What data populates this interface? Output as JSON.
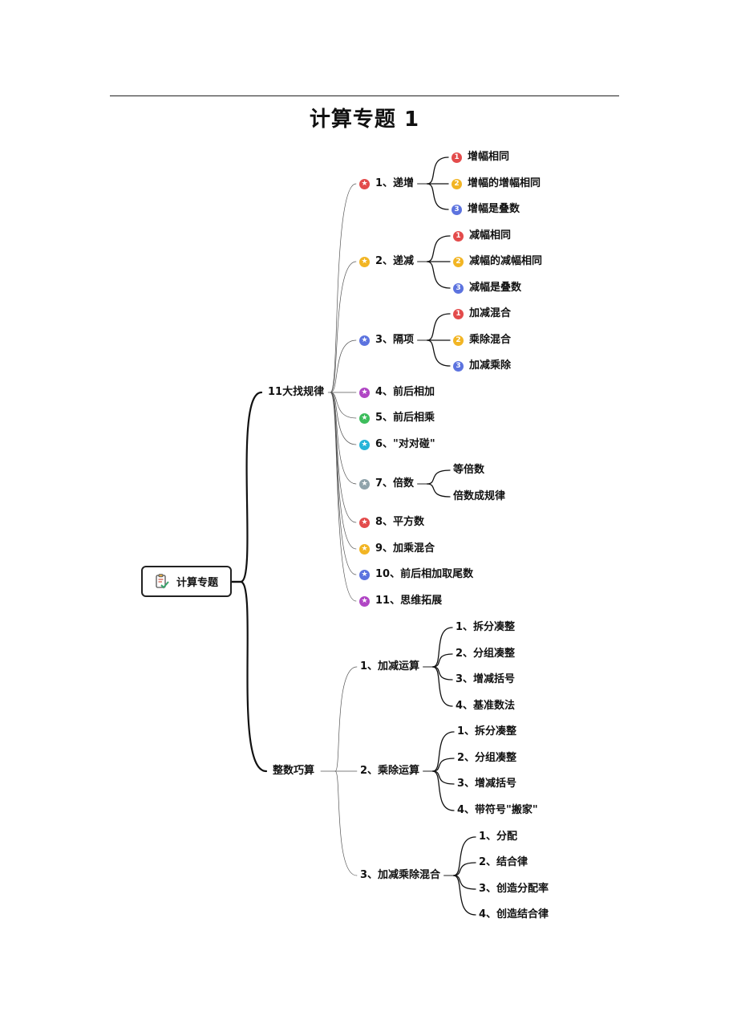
{
  "doc_title": "计算专题 1",
  "root": {
    "label": "计算专题",
    "icon": "clipboard-check-icon"
  },
  "colors": {
    "red": "#e34b4b",
    "yellow": "#f2b524",
    "blue": "#5c73df",
    "purple": "#b046c4",
    "green": "#3dbd5c",
    "cyan": "#27b4d8",
    "gray": "#8fa3ab"
  },
  "branches": [
    {
      "label": "11大找规律",
      "children": [
        {
          "label": "1、递增",
          "star_color": "red",
          "children": [
            {
              "label": "增幅相同",
              "num": "1",
              "num_color": "red"
            },
            {
              "label": "增幅的增幅相同",
              "num": "2",
              "num_color": "yellow"
            },
            {
              "label": "增幅是叠数",
              "num": "3",
              "num_color": "blue"
            }
          ]
        },
        {
          "label": "2、递减",
          "star_color": "yellow",
          "children": [
            {
              "label": "减幅相同",
              "num": "1",
              "num_color": "red"
            },
            {
              "label": "减幅的减幅相同",
              "num": "2",
              "num_color": "yellow"
            },
            {
              "label": "减幅是叠数",
              "num": "3",
              "num_color": "blue"
            }
          ]
        },
        {
          "label": "3、隔项",
          "star_color": "blue",
          "children": [
            {
              "label": "加减混合",
              "num": "1",
              "num_color": "red"
            },
            {
              "label": "乘除混合",
              "num": "2",
              "num_color": "yellow"
            },
            {
              "label": "加减乘除",
              "num": "3",
              "num_color": "blue"
            }
          ]
        },
        {
          "label": "4、前后相加",
          "star_color": "purple"
        },
        {
          "label": "5、前后相乘",
          "star_color": "green"
        },
        {
          "label": "6、\"对对碰\"",
          "star_color": "cyan"
        },
        {
          "label": "7、倍数",
          "star_color": "gray",
          "children": [
            {
              "label": "等倍数"
            },
            {
              "label": "倍数成规律"
            }
          ]
        },
        {
          "label": "8、平方数",
          "star_color": "red"
        },
        {
          "label": "9、加乘混合",
          "star_color": "yellow"
        },
        {
          "label": "10、前后相加取尾数",
          "star_color": "blue"
        },
        {
          "label": "11、思维拓展",
          "star_color": "purple"
        }
      ]
    },
    {
      "label": "整数巧算",
      "children": [
        {
          "label": "1、加减运算",
          "children": [
            {
              "label": "1、拆分凑整"
            },
            {
              "label": "2、分组凑整"
            },
            {
              "label": "3、增减括号"
            },
            {
              "label": "4、基准数法"
            }
          ]
        },
        {
          "label": "2、乘除运算",
          "children": [
            {
              "label": "1、拆分凑整"
            },
            {
              "label": "2、分组凑整"
            },
            {
              "label": "3、增减括号"
            },
            {
              "label": "4、带符号\"搬家\""
            }
          ]
        },
        {
          "label": "3、加减乘除混合",
          "children": [
            {
              "label": "1、分配"
            },
            {
              "label": "2、结合律"
            },
            {
              "label": "3、创造分配率"
            },
            {
              "label": "4、创造结合律"
            }
          ]
        }
      ]
    }
  ]
}
